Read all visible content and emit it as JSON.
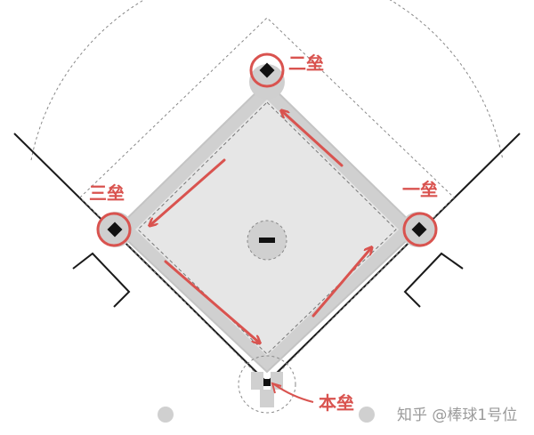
{
  "labels": {
    "second_base": "二垒",
    "third_base": "三垒",
    "first_base": "一垒",
    "home_plate": "本垒"
  },
  "watermark": "知乎 @棒球1号位",
  "colors": {
    "infield": "#e0e0e0",
    "outline": "#bdbdbd",
    "lines": "#1a1a1a",
    "accent": "#d9534f",
    "dashed": "#888888"
  }
}
